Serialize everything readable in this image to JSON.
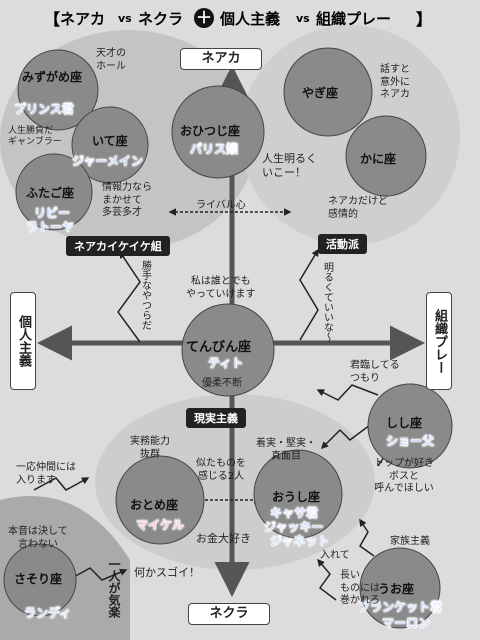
{
  "title": {
    "left": "ネアカ",
    "vs1": "vs",
    "mid": "ネクラ",
    "plus": "＋",
    "right1": "個人主義",
    "vs2": "vs",
    "right2": "組織プレー"
  },
  "axes": {
    "top": "ネアカ",
    "bottom": "ネクラ",
    "left": "個人主義",
    "right": "組織プレー"
  },
  "groups": {
    "top_left": "ネアカイケイケ組",
    "top_right": "活動派",
    "center": "現実主義",
    "bottom_left": "一人が気楽"
  },
  "signs": {
    "capricorn": {
      "name": "みずがめ座",
      "person": "プリンス君",
      "note": "天才の\nホール"
    },
    "sagittarius": {
      "name": "いて座",
      "person": "ジャーメイン",
      "note": "人生勝負だ\nギャンブラー"
    },
    "gemini": {
      "name": "ふたご座",
      "person1": "リビー",
      "person2": "ラトーヤ",
      "note": "情報力なら\nまかせて\n多芸多才"
    },
    "aries": {
      "name": "おひつじ座",
      "person": "パリス嬢",
      "note": "人生明るく\nいこー！"
    },
    "taurus": {
      "name": "やぎ座",
      "note": "話すと\n意外に\nネアカ"
    },
    "cancer": {
      "name": "かに座",
      "note": "ネアカだけど\n感情的"
    },
    "libra": {
      "name": "てんびん座",
      "person": "ティト",
      "note_top": "私は誰とでも\nやっていけます",
      "note_bottom": "優柔不断"
    },
    "leo": {
      "name": "しし座",
      "person": "ショー父",
      "note_top": "君臨してる\nつもり",
      "note_bottom": "トップが好き\nボスと\n呼んでほしい"
    },
    "virgo": {
      "name": "おとめ座",
      "person": "マイケル",
      "note": "実務能力\n抜群"
    },
    "taurus2": {
      "name": "おうし座",
      "person1": "キャサ君",
      "person2": "ジャッキー",
      "person3": "ジャネット",
      "note": "着実・堅実・\n真面目"
    },
    "scorpio": {
      "name": "さそり座",
      "person": "ランディ",
      "note": "本音は決して\n言わない"
    },
    "pisces": {
      "name": "うお座",
      "person1": "ブランケット君",
      "person2": "マーロン",
      "note": "家族主義"
    }
  },
  "relations": {
    "rival": "ライバル心",
    "selfish": "勝手なやつらだ",
    "akarui": "明るくていいな〜",
    "similar": "似たものを\n感じる2人",
    "okane": "お金大好き",
    "nanika": "何かスゴイ！",
    "ichiou": "一応仲間には\n入ります",
    "irete": "入れて",
    "nagai": "長い\nものには\n巻かれろ"
  }
}
